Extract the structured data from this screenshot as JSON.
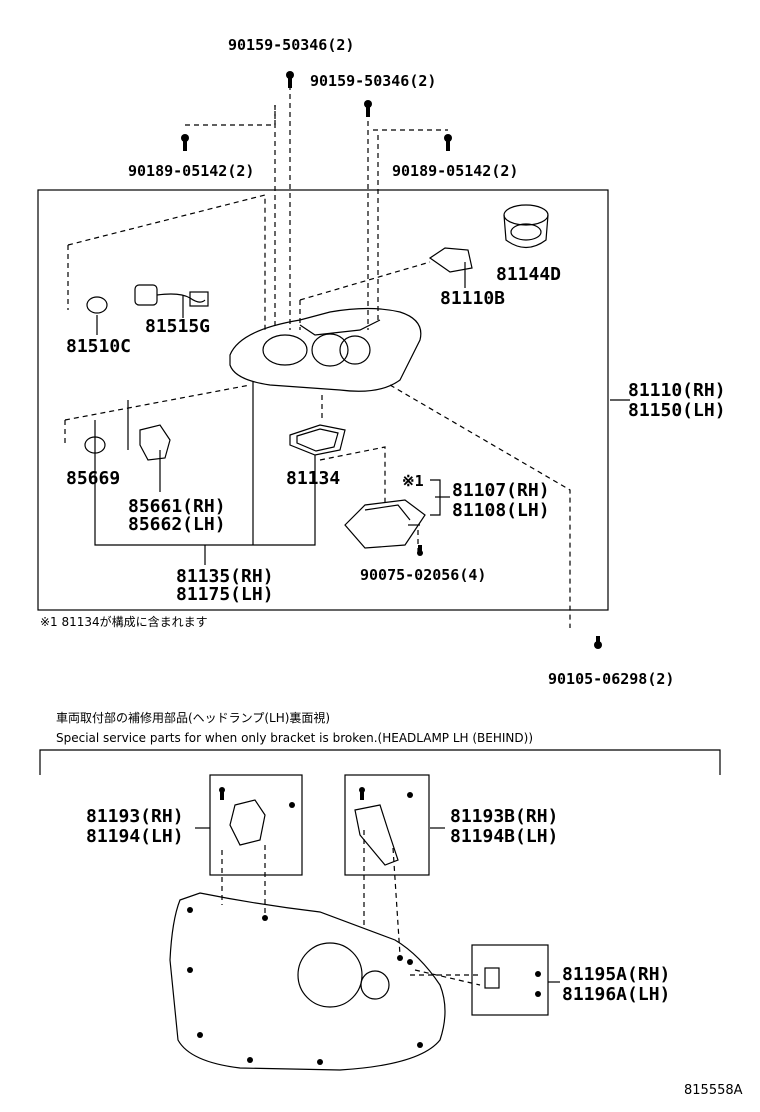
{
  "top_parts": {
    "bolt_top_left": "90159-50346(2)",
    "bolt_top_right": "90159-50346(2)",
    "screw_left": "90189-05142(2)",
    "screw_right": "90189-05142(2)",
    "bottom_bolt": "90105-06298(2)"
  },
  "parts": {
    "p81144d": "81144D",
    "p81110b": "81110B",
    "p81510c": "81510C",
    "p81515g": "81515G",
    "headlamp_rh": "81110(RH)",
    "headlamp_lh": "81150(LH)",
    "p85669": "85669",
    "p85661": "85661(RH)",
    "p85662": "85662(LH)",
    "p81134": "81134",
    "ref_mark": "※1",
    "p81107": "81107(RH)",
    "p81108": "81108(LH)",
    "screw_90075": "90075-02056(4)",
    "p81135": "81135(RH)",
    "p81175": "81175(LH)"
  },
  "notes": {
    "footnote": "※1  81134が構成に含まれます",
    "section_jp": "車両取付部の補修用部品(ヘッドランプ(LH)裏面視)",
    "section_en": "Special service parts for when only bracket is broken.(HEADLAMP LH (BEHIND))"
  },
  "brackets": {
    "b81193": "81193(RH)",
    "b81194": "81194(LH)",
    "b81193b": "81193B(RH)",
    "b81194b": "81194B(LH)",
    "b81195a": "81195A(RH)",
    "b81196a": "81196A(LH)"
  },
  "figure_id": "815558A"
}
